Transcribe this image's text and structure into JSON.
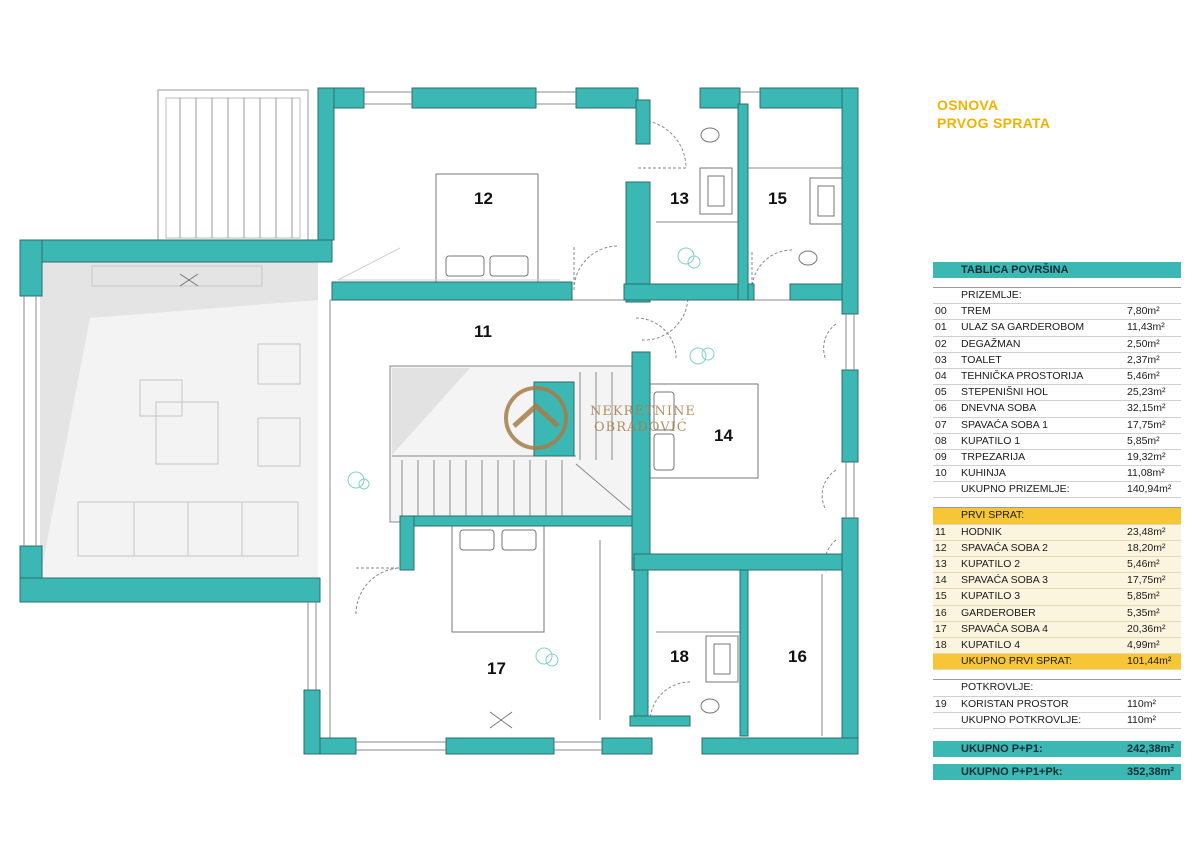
{
  "plan_title": [
    "OSNOVA",
    "PRVOG SPRATA"
  ],
  "room_labels": [
    "11",
    "12",
    "13",
    "14",
    "15",
    "16",
    "17",
    "18"
  ],
  "watermark": [
    "NEKRETNINE",
    "OBRADOVIĆ"
  ],
  "colors": {
    "wall": "#3bb8b3",
    "title": "#f2b200",
    "highlight": "#f6c637"
  },
  "table": {
    "header": "TABLICA POVRŠINA",
    "ground": {
      "title": "PRIZEMLJE:",
      "rows": [
        {
          "num": "00",
          "name": "TREM",
          "area": "7,80m²"
        },
        {
          "num": "01",
          "name": "ULAZ SA GARDEROBOM",
          "area": "11,43m²"
        },
        {
          "num": "02",
          "name": "DEGAŽMAN",
          "area": "2,50m²"
        },
        {
          "num": "03",
          "name": "TOALET",
          "area": "2,37m²"
        },
        {
          "num": "04",
          "name": "TEHNIČKA PROSTORIJA",
          "area": "5,46m²"
        },
        {
          "num": "05",
          "name": "STEPENIŠNI HOL",
          "area": "25,23m²"
        },
        {
          "num": "06",
          "name": "DNEVNA SOBA",
          "area": "32,15m²"
        },
        {
          "num": "07",
          "name": "SPAVAĆA SOBA 1",
          "area": "17,75m²"
        },
        {
          "num": "08",
          "name": "KUPATILO 1",
          "area": "5,85m²"
        },
        {
          "num": "09",
          "name": "TRPEZARIJA",
          "area": "19,32m²"
        },
        {
          "num": "10",
          "name": "KUHINJA",
          "area": "11,08m²"
        }
      ],
      "total_label": "UKUPNO PRIZEMLJE:",
      "total": "140,94m²"
    },
    "first": {
      "title": "PRVI SPRAT:",
      "rows": [
        {
          "num": "11",
          "name": "HODNIK",
          "area": "23,48m²"
        },
        {
          "num": "12",
          "name": "SPAVAĆA SOBA 2",
          "area": "18,20m²"
        },
        {
          "num": "13",
          "name": "KUPATILO 2",
          "area": "5,46m²"
        },
        {
          "num": "14",
          "name": "SPAVAĆA SOBA 3",
          "area": "17,75m²"
        },
        {
          "num": "15",
          "name": "KUPATILO 3",
          "area": "5,85m²"
        },
        {
          "num": "16",
          "name": "GARDEROBER",
          "area": "5,35m²"
        },
        {
          "num": "17",
          "name": "SPAVAĆA SOBA 4",
          "area": "20,36m²"
        },
        {
          "num": "18",
          "name": "KUPATILO 4",
          "area": "4,99m²"
        }
      ],
      "total_label": "UKUPNO PRVI SPRAT:",
      "total": "101,44m²"
    },
    "attic": {
      "title": "POTKROVLJE:",
      "rows": [
        {
          "num": "19",
          "name": "KORISTAN PROSTOR",
          "area": "110m²"
        }
      ],
      "total_label": "UKUPNO POTKROVLJE:",
      "total": "110m²"
    },
    "sum_p_p1": {
      "label": "UKUPNO P+P1:",
      "value": "242,38m²"
    },
    "sum_p_p1_pk": {
      "label": "UKUPNO P+P1+Pk:",
      "value": "352,38m²"
    }
  }
}
